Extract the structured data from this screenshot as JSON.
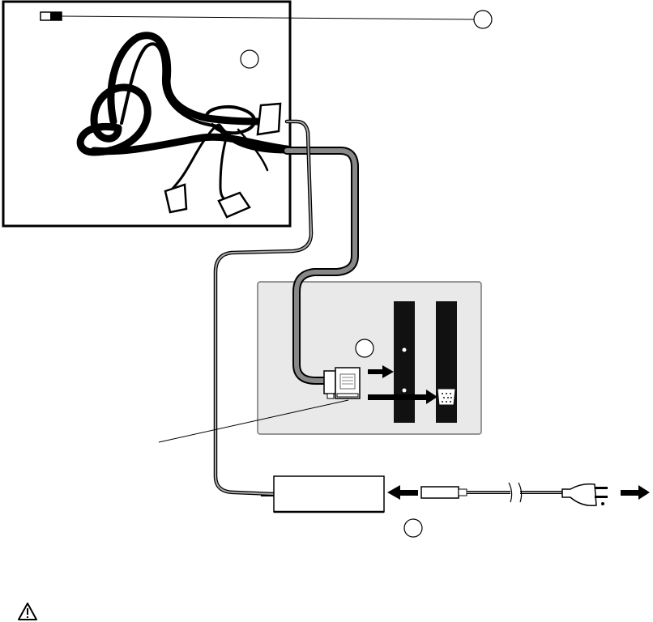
{
  "callouts": [
    {
      "id": "monitor-switch",
      "label": ""
    },
    {
      "id": "monitor",
      "label": ""
    },
    {
      "id": "computer-port",
      "label": ""
    },
    {
      "id": "power-adapter",
      "label": ""
    }
  ],
  "colors": {
    "outline": "#000000",
    "panel_fill": "#e9e9e9",
    "cable_gray": "#777777",
    "cable_thin": "#888888",
    "slot": "#111111"
  },
  "icons": {
    "warning": "warning-triangle-icon"
  }
}
